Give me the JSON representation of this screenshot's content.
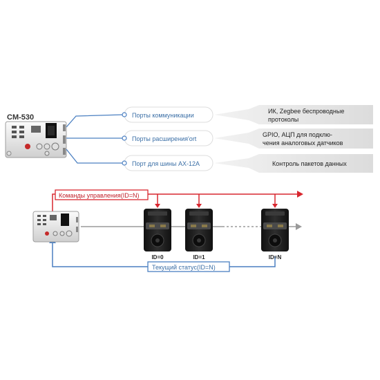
{
  "controller": {
    "model": "CM-530"
  },
  "ports": [
    {
      "label": "Порты коммуникации",
      "description": [
        "ИК, Zegbee беспроводные",
        "протоколы"
      ]
    },
    {
      "label": "Порты расширения'ort",
      "description": [
        "GPIO, АЦП для подклю-",
        "чения аналоговых датчиков"
      ]
    },
    {
      "label": "Порт для шины AX-12A",
      "description": [
        "Контроль пакетов данных"
      ]
    }
  ],
  "bus": {
    "command_label": "Команды управления(ID=N)",
    "status_label": "Текущий статус(ID=N)",
    "servos": [
      {
        "id_label": "ID=0"
      },
      {
        "id_label": "ID=1"
      },
      {
        "id_label": "ID=N"
      }
    ]
  },
  "colors": {
    "command_line": "#d8262e",
    "status_line": "#4a7fc1",
    "signal_line": "#9a9a9a",
    "port_text": "#3b6fa6",
    "callout_fill": "#e3e3e3",
    "servo_body": "#1f1f1f"
  }
}
